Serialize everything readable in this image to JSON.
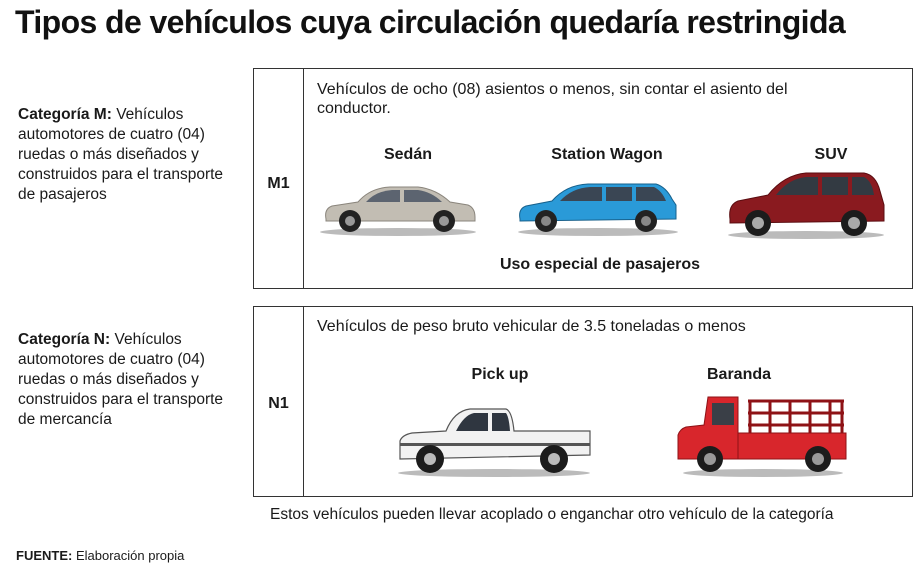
{
  "title": "Tipos de vehículos cuya circulación quedaría restringida",
  "categories": [
    {
      "label": "Categoría M:",
      "description": "Vehículos automotores de cuatro (04) ruedas o más diseñados y construidos para el transporte de pasajeros",
      "code": "M1",
      "detail": "Vehículos de ocho (08) asientos o menos, sin contar el asiento del conductor.",
      "vehicles": [
        {
          "label": "Sedán",
          "icon": "sedan-car-icon",
          "color": "#c2bdb3"
        },
        {
          "label": "Station Wagon",
          "icon": "station-wagon-car-icon",
          "color": "#2a9ad8"
        },
        {
          "label": "SUV",
          "icon": "suv-car-icon",
          "color": "#8a1a1f"
        }
      ],
      "note": "Uso especial de pasajeros"
    },
    {
      "label": "Categoría N:",
      "description": "Vehículos automotores de cuatro (04) ruedas o más diseñados y construidos para el transporte de mercancía",
      "code": "N1",
      "detail": "Vehículos de peso bruto vehicular de 3.5 toneladas o menos",
      "vehicles": [
        {
          "label": "Pick up",
          "icon": "pickup-truck-icon",
          "color": "#f2f2f2"
        },
        {
          "label": "Baranda",
          "icon": "stake-truck-icon",
          "color": "#d8262c"
        }
      ]
    }
  ],
  "footnote": "Estos vehículos pueden llevar acoplado o enganchar otro vehículo de la categoría",
  "source": {
    "label": "FUENTE:",
    "text": "Elaboración propia"
  }
}
